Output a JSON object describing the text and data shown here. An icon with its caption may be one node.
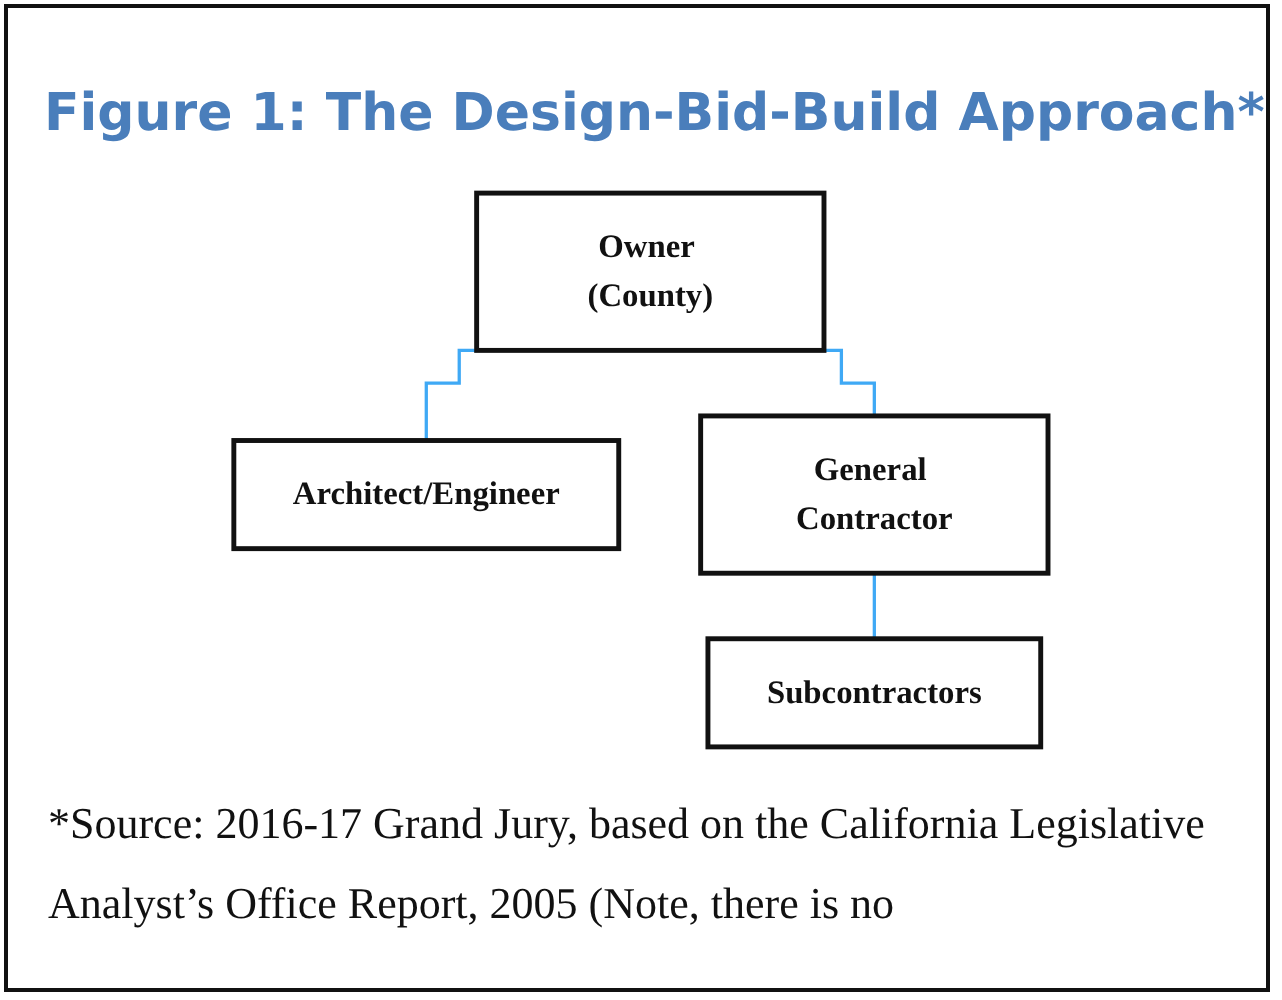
{
  "diagram": {
    "title": "Figure 1: The Design-Bid-Build Approach*",
    "caption": "*Source: 2016-17 Grand Jury, based on the California Legislative Analyst’s Office Report, 2005 (Note, there is no",
    "nodes": [
      {
        "text": [
          "Owner (County)"
        ]
      },
      {
        "text": [
          "Architect/Engineer"
        ]
      },
      {
        "text": [
          "General Contractor"
        ]
      },
      {
        "text": [
          "Subcontractors"
        ]
      }
    ],
    "edges": [
      {
        "from": 0,
        "to": 1,
        "arrow": "none"
      },
      {
        "from": 0,
        "to": 2,
        "arrow": "none"
      },
      {
        "from": 2,
        "to": 3,
        "arrow": "none"
      }
    ]
  }
}
